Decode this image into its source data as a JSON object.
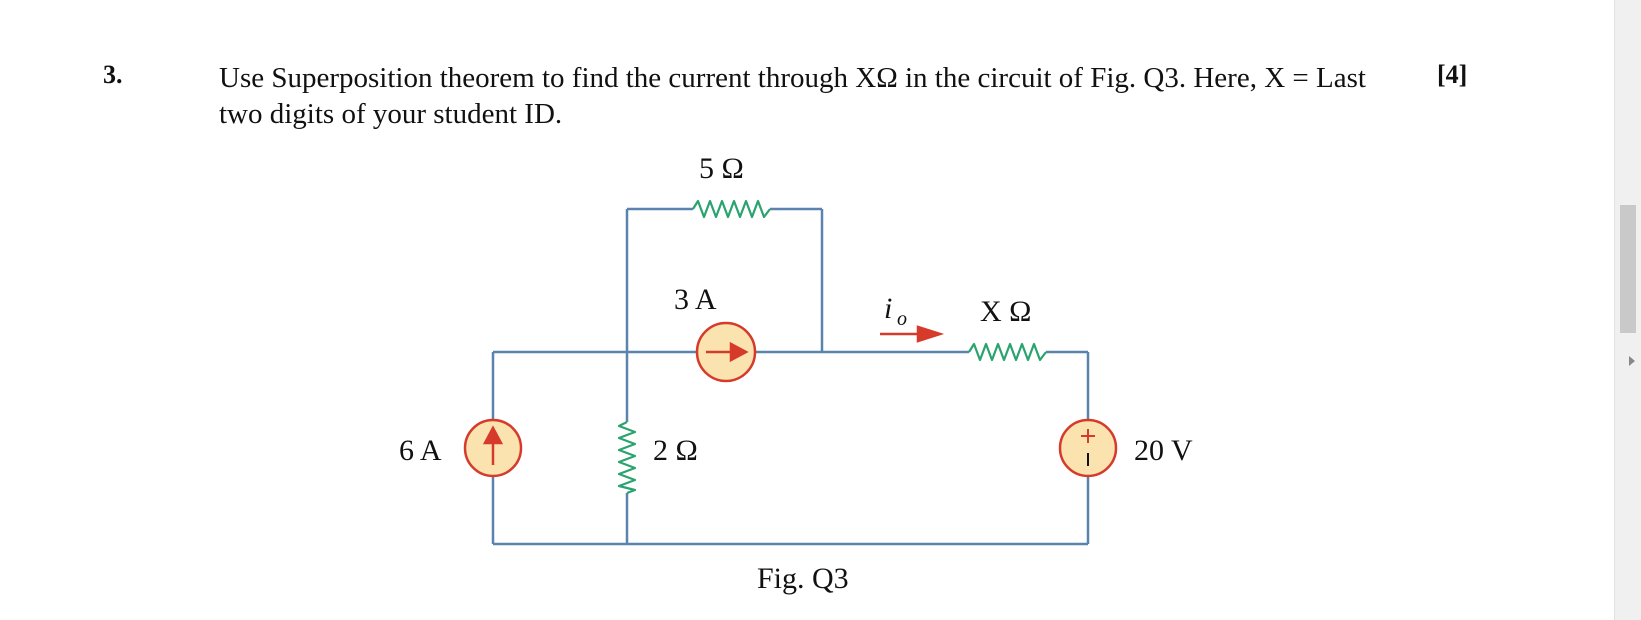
{
  "question": {
    "number": "3.",
    "text": "Use Superposition theorem to find the current through XΩ in the circuit of Fig. Q3. Here, X = Last two digits of your student ID.",
    "marks": "[4]"
  },
  "circuit": {
    "resistor_top": "5 Ω",
    "resistor_middle": "2 Ω",
    "resistor_right": "X Ω",
    "source_left": "6 A",
    "source_middle": "3 A",
    "source_voltage": "20 V",
    "current_label": "i",
    "current_subscript": "o",
    "caption": "Fig. Q3"
  },
  "colors": {
    "wire": "#5a84ad",
    "resistor": "#2aa36e",
    "source_fill": "#fbe3b0",
    "source_stroke": "#d63a2a"
  }
}
